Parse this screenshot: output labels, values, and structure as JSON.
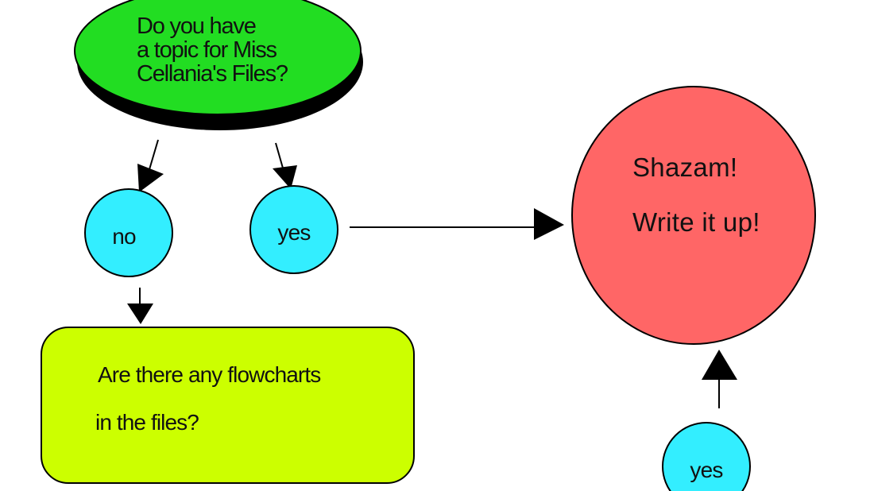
{
  "colors": {
    "question": "#22dd22",
    "answer": "#33eeff",
    "box": "#ccff00",
    "result": "#ff6666",
    "stroke": "#000000"
  },
  "nodes": {
    "question": {
      "line1": "Do you have",
      "line2": "a topic for Miss",
      "line3": "Cellania's Files?"
    },
    "answer_no": {
      "label": "no"
    },
    "answer_yes": {
      "label": "yes"
    },
    "flowcharts_box": {
      "line1": "Are there any flowcharts",
      "line2": "in the files?"
    },
    "result": {
      "line1": "Shazam!",
      "line2": "Write it up!"
    },
    "answer_yes_bottom": {
      "label": "yes"
    }
  },
  "edges": [
    {
      "from": "question",
      "to": "answer_no"
    },
    {
      "from": "question",
      "to": "answer_yes"
    },
    {
      "from": "answer_yes",
      "to": "result"
    },
    {
      "from": "answer_no",
      "to": "flowcharts_box"
    },
    {
      "from": "answer_yes_bottom",
      "to": "result"
    }
  ]
}
